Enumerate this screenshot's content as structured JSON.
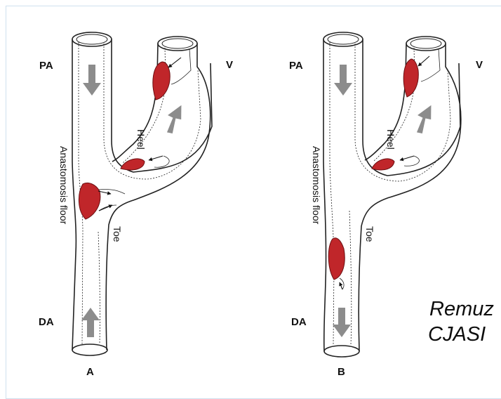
{
  "panels": [
    {
      "id": "A",
      "letter": "A",
      "pa_label": "PA",
      "v_label": "V",
      "da_label": "DA",
      "heel_label": "Heel",
      "toe_label": "Toe",
      "floor_label": "Anastomosis floor"
    },
    {
      "id": "B",
      "letter": "B",
      "pa_label": "PA",
      "v_label": "V",
      "da_label": "DA",
      "heel_label": "Heel",
      "toe_label": "Toe",
      "floor_label": "Anastomosis floor"
    }
  ],
  "citation": {
    "line1": "Remuz",
    "line2": "CJASI"
  },
  "colors": {
    "lesion": "#c0262a",
    "flow_arrow": "#8c8c8c",
    "outline": "#222222"
  }
}
